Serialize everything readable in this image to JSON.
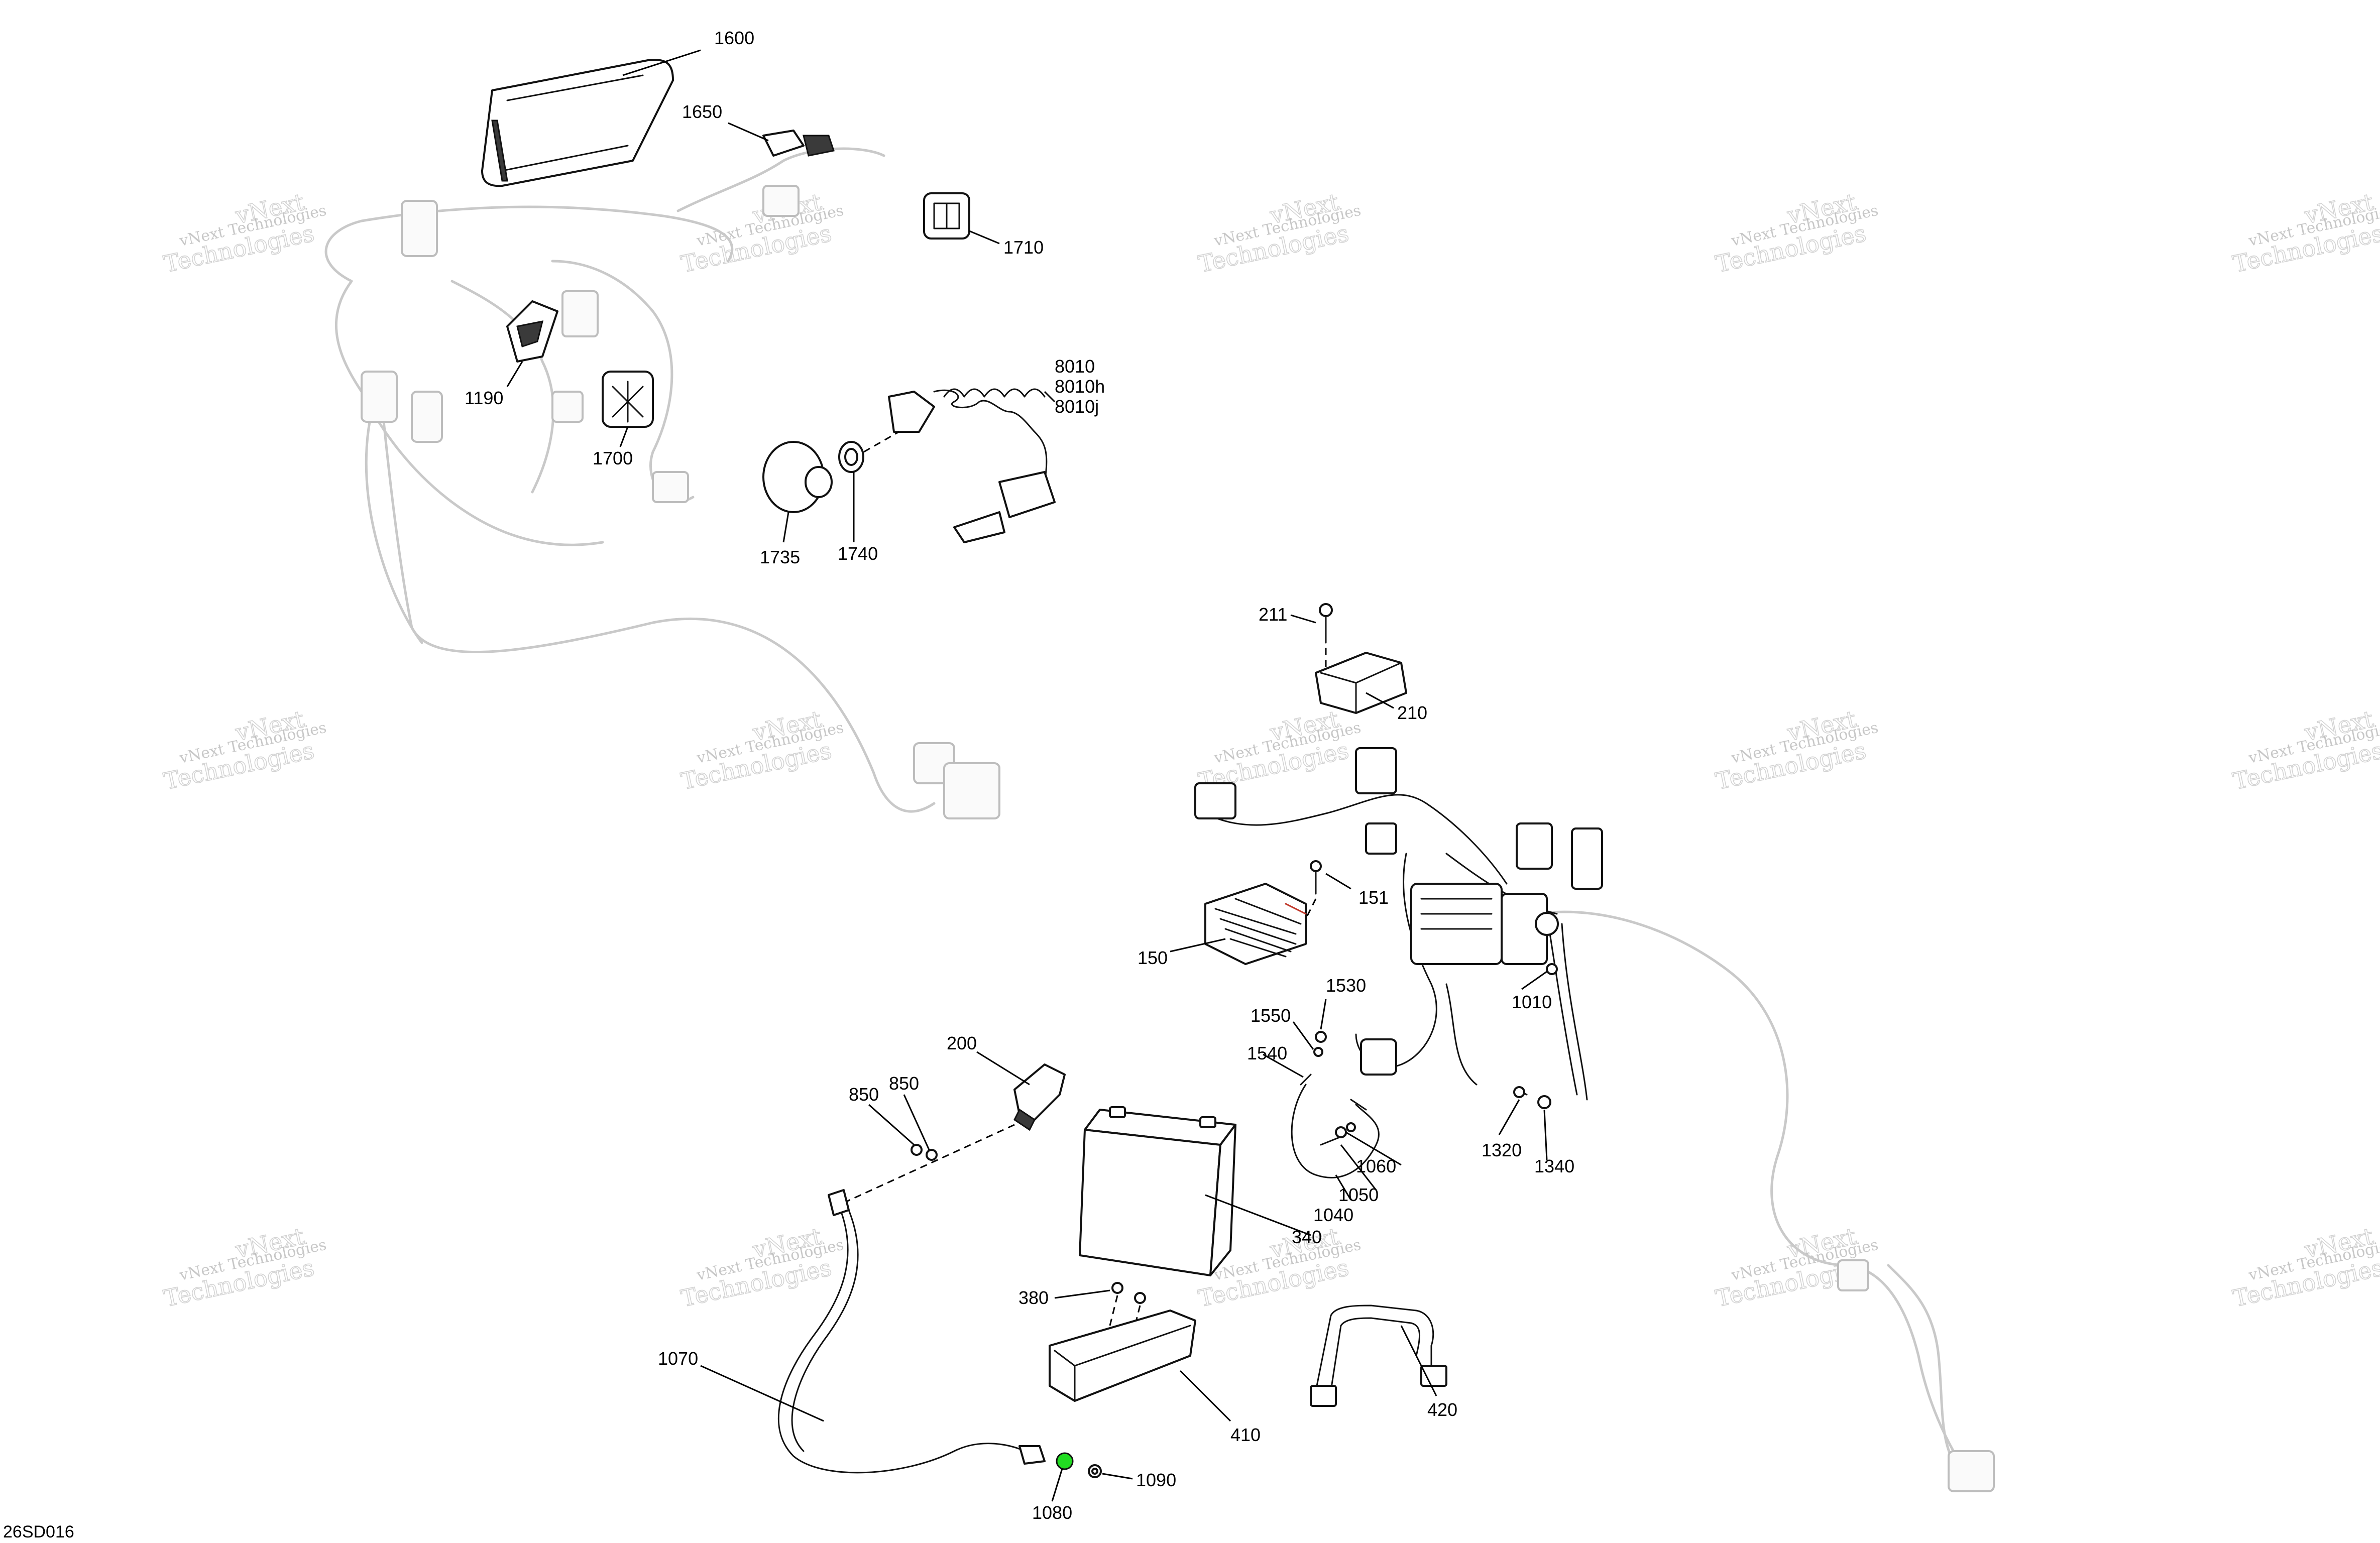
{
  "diagram": {
    "id_label": "26SD016",
    "watermark": {
      "line1": "vNext Technologies",
      "line2_big": "Technologies",
      "big_prefix": "vNext"
    },
    "callouts": [
      {
        "id": "1600",
        "text": "1600"
      },
      {
        "id": "1650",
        "text": "1650"
      },
      {
        "id": "1710",
        "text": "1710"
      },
      {
        "id": "1190",
        "text": "1190"
      },
      {
        "id": "1700",
        "text": "1700"
      },
      {
        "id": "8010",
        "text": "8010"
      },
      {
        "id": "8010h",
        "text": "8010h"
      },
      {
        "id": "8010j",
        "text": "8010j"
      },
      {
        "id": "1735",
        "text": "1735"
      },
      {
        "id": "1740",
        "text": "1740"
      },
      {
        "id": "211",
        "text": "211"
      },
      {
        "id": "210",
        "text": "210"
      },
      {
        "id": "151",
        "text": "151"
      },
      {
        "id": "150",
        "text": "150"
      },
      {
        "id": "1010",
        "text": "1010"
      },
      {
        "id": "1530",
        "text": "1530"
      },
      {
        "id": "1550",
        "text": "1550"
      },
      {
        "id": "1540",
        "text": "1540"
      },
      {
        "id": "200",
        "text": "200"
      },
      {
        "id": "850a",
        "text": "850"
      },
      {
        "id": "850b",
        "text": "850"
      },
      {
        "id": "1060",
        "text": "1060"
      },
      {
        "id": "1050",
        "text": "1050"
      },
      {
        "id": "1040",
        "text": "1040"
      },
      {
        "id": "1320",
        "text": "1320"
      },
      {
        "id": "1340",
        "text": "1340"
      },
      {
        "id": "340",
        "text": "340"
      },
      {
        "id": "380",
        "text": "380"
      },
      {
        "id": "1070",
        "text": "1070"
      },
      {
        "id": "410",
        "text": "410"
      },
      {
        "id": "420",
        "text": "420"
      },
      {
        "id": "1090",
        "text": "1090"
      },
      {
        "id": "1080",
        "text": "1080"
      }
    ],
    "highlight_color": "#22dd22",
    "accent_color": "#c0392b"
  }
}
